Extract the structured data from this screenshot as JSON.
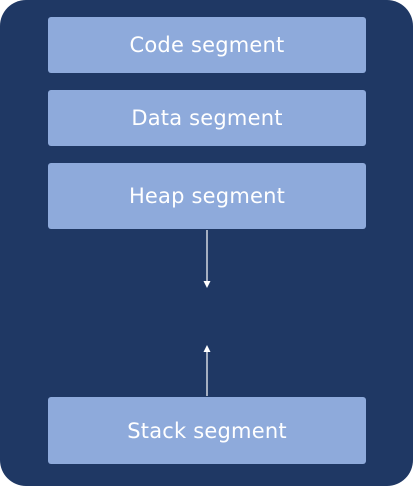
{
  "segments": {
    "code": "Code segment",
    "data": "Data segment",
    "heap": "Heap segment",
    "stack": "Stack segment"
  },
  "colors": {
    "background": "#1f3864",
    "segment_fill": "#8eaadb",
    "text": "#ffffff",
    "arrow": "#ffffff"
  }
}
